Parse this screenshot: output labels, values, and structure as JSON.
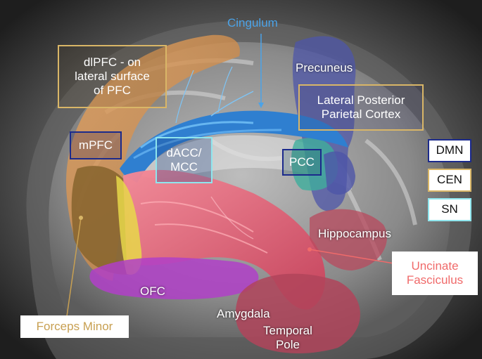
{
  "colors": {
    "cen": "#d9b667",
    "dmn": "#1b2a8c",
    "sn": "#8fe6ee",
    "cingulum": "#4ba3e8",
    "uncinate": "#f06a6a",
    "forceps": "#c8a052"
  },
  "labels": {
    "cingulum": "Cingulum",
    "precuneus": "Precuneus",
    "dlpfc": [
      "dlPFC - on",
      "lateral surface",
      "of PFC"
    ],
    "lpp": [
      "Lateral Posterior",
      "Parietal Cortex"
    ],
    "mpfc": "mPFC",
    "dacc": [
      "dACC/",
      "MCC"
    ],
    "pcc": "PCC",
    "hippocampus": "Hippocampus",
    "uncinate": [
      "Uncinate",
      "Fasciculus"
    ],
    "ofc": "OFC",
    "amygdala": "Amygdala",
    "temporal_pole": [
      "Temporal",
      "Pole"
    ],
    "forceps_minor": "Forceps Minor"
  },
  "legend": {
    "dmn": "DMN",
    "cen": "CEN",
    "sn": "SN"
  }
}
